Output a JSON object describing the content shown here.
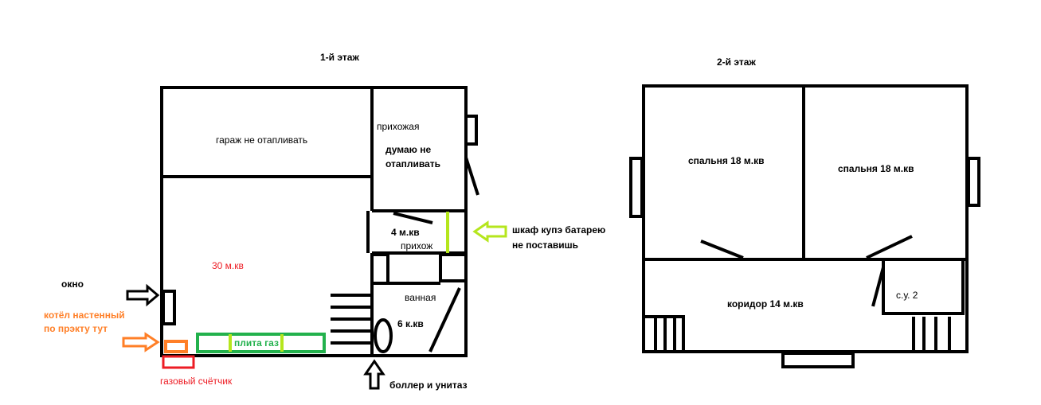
{
  "floor1": {
    "title": "1-й этаж",
    "garage": "гараж не отапливать",
    "hall": "прихожая",
    "hall_note_1": "думаю не",
    "hall_note_2": "отапливать",
    "room_4": "4 м.кв",
    "hall_small": "прихож",
    "main_room": "30 м.кв",
    "bathroom": "ванная",
    "bathroom_area": "6 к.кв",
    "stove": "плита газ"
  },
  "floor2": {
    "title": "2-й этаж",
    "bedroom_left": "спальня 18 м.кв",
    "bedroom_right": "спальня 18 м.кв",
    "corridor": "коридор 14 м.кв",
    "wc": "с.у. 2"
  },
  "annotations": {
    "wardrobe_1": "шкаф купэ батарею",
    "wardrobe_2": "не поставишь",
    "window": "окно",
    "boiler_1": "котёл настенный",
    "boiler_2": "по прэкту тут",
    "gas_meter": "газовый счётчик",
    "boiler_toilet": "боллер и унитаз"
  },
  "colors": {
    "line": "#000000",
    "red": "#ed1c24",
    "green": "#22b14c",
    "orange": "#ff7f27",
    "lime": "#b5e61d"
  }
}
